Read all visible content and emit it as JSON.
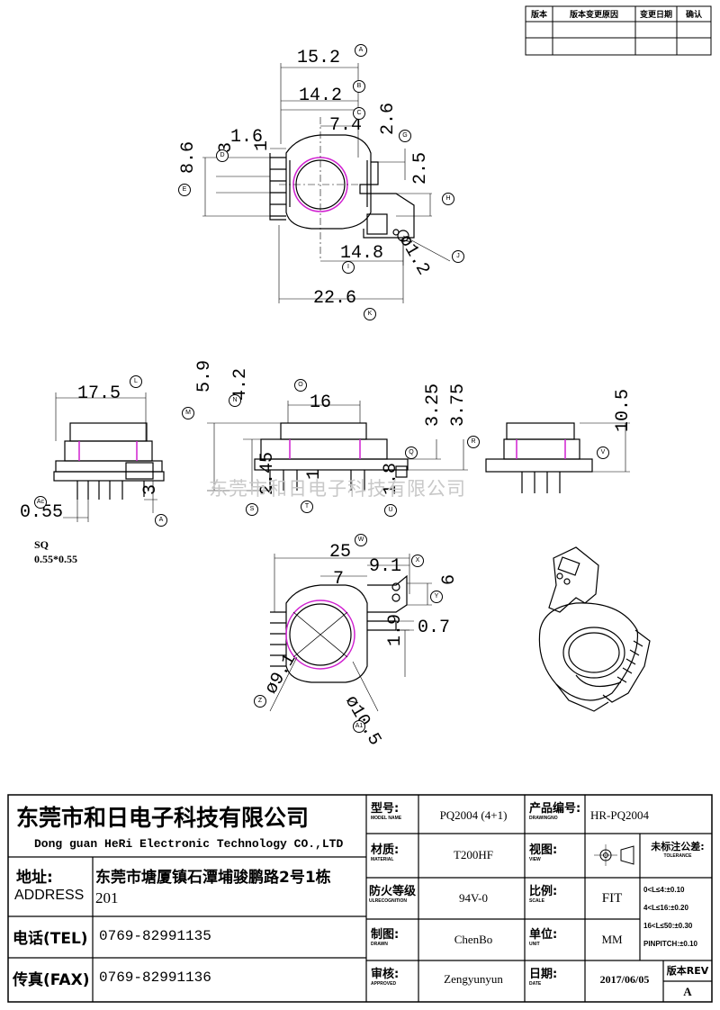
{
  "revision_table": {
    "headers": [
      "版本",
      "版本变更原因",
      "变更日期",
      "确认"
    ]
  },
  "dimensions": {
    "top_view": [
      {
        "value": "15.2",
        "tag": "A"
      },
      {
        "value": "14.2",
        "tag": "B"
      },
      {
        "value": "7.4",
        "tag": "C"
      },
      {
        "value": "1.6",
        "tag": ""
      },
      {
        "value": "3",
        "tag": "D"
      },
      {
        "value": "1",
        "tag": ""
      },
      {
        "value": "2.6",
        "tag": "G"
      },
      {
        "value": "8.6",
        "tag": "E"
      },
      {
        "value": "2.5",
        "tag": "H"
      },
      {
        "value": "14.8",
        "tag": "I"
      },
      {
        "value": "ø1.2",
        "tag": "J"
      },
      {
        "value": "22.6",
        "tag": "K"
      }
    ],
    "side_left": [
      {
        "value": "17.5",
        "tag": "L"
      },
      {
        "value": "0.55",
        "tag": "Ac"
      },
      {
        "value": "3",
        "tag": "A"
      }
    ],
    "sq_label": "SQ",
    "sq_value": "0.55*0.55",
    "front": [
      {
        "value": "16",
        "tag": "O"
      },
      {
        "value": "5.9",
        "tag": "M"
      },
      {
        "value": "4.2",
        "tag": "N"
      },
      {
        "value": "3.25",
        "tag": "Q"
      },
      {
        "value": "3.75",
        "tag": "R"
      },
      {
        "value": "2.45",
        "tag": "S"
      },
      {
        "value": "1",
        "tag": "T"
      },
      {
        "value": "1.8",
        "tag": "U"
      }
    ],
    "side_right": [
      {
        "value": "10.5",
        "tag": "V"
      }
    ],
    "bottom_view": [
      {
        "value": "25",
        "tag": "W"
      },
      {
        "value": "9.1",
        "tag": "X"
      },
      {
        "value": "7",
        "tag": ""
      },
      {
        "value": "6",
        "tag": "Y"
      },
      {
        "value": "0.7",
        "tag": ""
      },
      {
        "value": "1.9",
        "tag": ""
      },
      {
        "value": "ø9.1",
        "tag": "Z"
      },
      {
        "value": "ø10.5",
        "tag": "A1"
      }
    ]
  },
  "watermark": "东莞市和日电子科技有限公司",
  "title_block": {
    "company_cn": "东莞市和日电子科技有限公司",
    "company_en": "Dong guan HeRi Electronic Technology CO.,LTD",
    "address_label_cn": "地址:",
    "address_label_en": "ADDRESS",
    "address_line1": "东莞市塘厦镇石潭埔骏鹏路2号1栋",
    "address_line2": "201",
    "tel_label": "电话(TEL)",
    "tel": "0769-82991135",
    "fax_label": "传真(FAX)",
    "fax": "0769-82991136",
    "model_label_cn": "型号:",
    "model_label_en": "MODEL NAME",
    "model": "PQ2004 (4+1)",
    "drawing_label_cn": "产品编号:",
    "drawing_label_en": "DRAWINGNO",
    "drawing_no": "HR-PQ2004",
    "material_label_cn": "材质:",
    "material_label_en": "MATERIAL",
    "material": "T200HF",
    "view_label_cn": "视图:",
    "view_label_en": "VIEW",
    "tolerance_label_cn": "未标注公差:",
    "tolerance_label_en": "TOLERANCE",
    "tolerances": [
      "0<L≤4:±0.10",
      "4<L≤16:±0.20",
      "16<L≤50:±0.30",
      "PINPITCH:±0.10"
    ],
    "fire_label_cn": "防火等级",
    "fire_label_en": "ULRECOGNITION",
    "fire": "94V-0",
    "scale_label_cn": "比例:",
    "scale_label_en": "SCALE",
    "scale": "FIT",
    "drawn_label_cn": "制图:",
    "drawn_label_en": "DRAWN",
    "drawn": "ChenBo",
    "unit_label_cn": "单位:",
    "unit_label_en": "UNIT",
    "unit": "MM",
    "approved_label_cn": "审核:",
    "approved_label_en": "APPROVED",
    "approved": "Zengyunyun",
    "date_label_cn": "日期:",
    "date_label_en": "DATE",
    "date": "2017/06/05",
    "rev_label": "版本REV",
    "rev": "A"
  }
}
